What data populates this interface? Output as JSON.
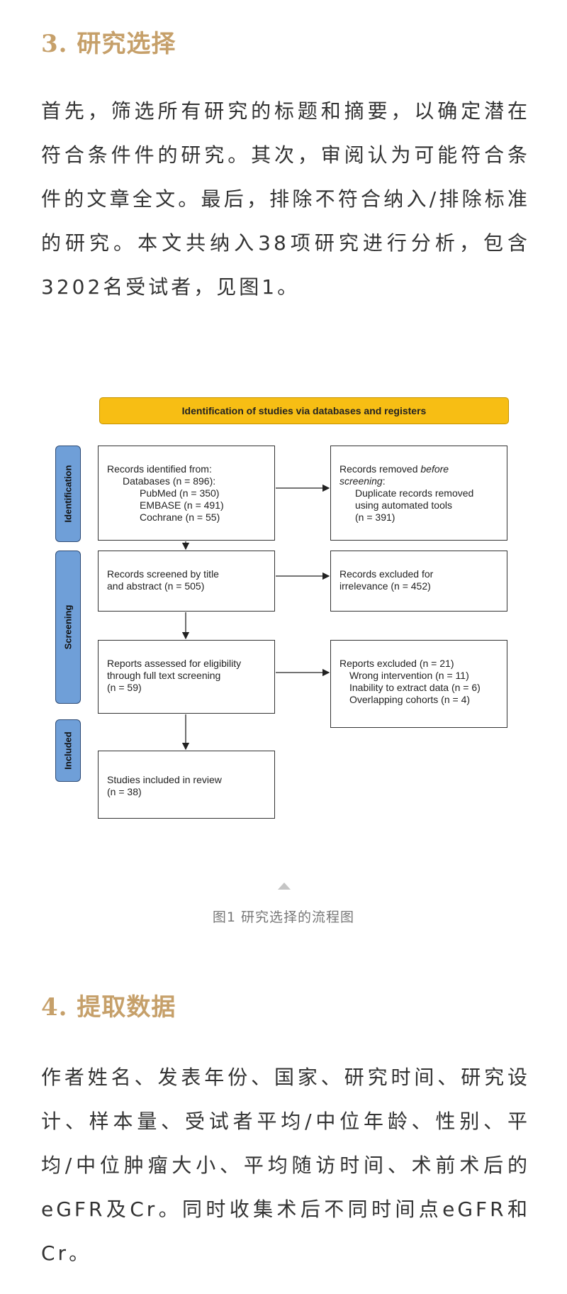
{
  "section3": {
    "title": "3. 研究选择",
    "paragraph": "首先，筛选所有研究的标题和摘要，以确定潜在符合条件件的研究。其次，审阅认为可能符合条件的文章全文。最后，排除不符合纳入/排除标准的研究。本文共纳入38项研究进行分析，包含3202名受试者，见图1。"
  },
  "flowchart": {
    "banner": "Identification of studies via databases and registers",
    "phases": {
      "identification": "Identification",
      "screening": "Screening",
      "included": "Included"
    },
    "records_identified": {
      "l1": "Records identified from:",
      "l2": "Databases (n = 896):",
      "l3": "PubMed (n = 350)",
      "l4": "EMBASE (n = 491)",
      "l5": "Cochrane (n = 55)"
    },
    "records_removed": {
      "l1a": "Records removed ",
      "l1b": "before",
      "l2": "screening",
      "l2b": ":",
      "l3": "Duplicate records removed",
      "l4": "using automated tools",
      "l5": "(n = 391)"
    },
    "records_screened": {
      "l1": "Records screened by title",
      "l2": "and abstract (n = 505)"
    },
    "records_excluded": {
      "l1": "Records excluded for",
      "l2": "irrelevance (n = 452)"
    },
    "reports_assessed": {
      "l1": "Reports assessed for eligibility",
      "l2": "through full text screening",
      "l3": "(n = 59)"
    },
    "reports_excluded": {
      "l1": "Reports excluded (n = 21)",
      "l2": "Wrong intervention (n = 11)",
      "l3": "Inability to extract data (n = 6)",
      "l4": "Overlapping cohorts (n = 4)"
    },
    "studies_included": {
      "l1": "Studies included in review",
      "l2": "(n = 38)"
    }
  },
  "caption": "图1 研究选择的流程图",
  "section4": {
    "title": "4. 提取数据",
    "paragraph": "作者姓名、发表年份、国家、研究时间、研究设计、样本量、受试者平均/中位年龄、性别、平均/中位肿瘤大小、平均随访时间、术前术后的eGFR及Cr。同时收集术后不同时间点eGFR和Cr。"
  }
}
